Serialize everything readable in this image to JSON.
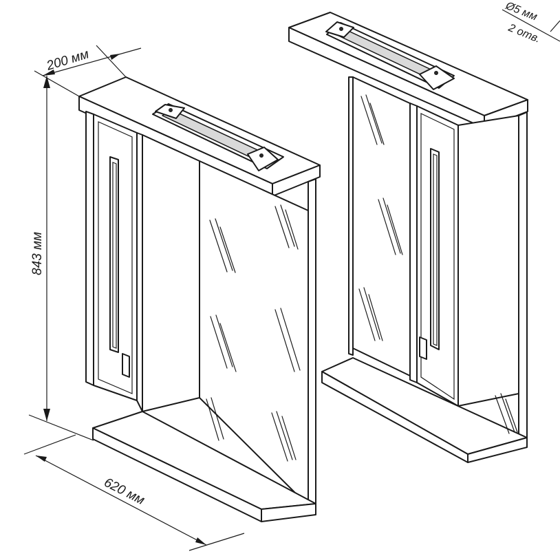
{
  "dimensions": {
    "depth": "200 мм",
    "height": "843 мм",
    "width": "620 мм",
    "holes_diameter": "Ø5 мм",
    "holes_count": "2 отв."
  }
}
